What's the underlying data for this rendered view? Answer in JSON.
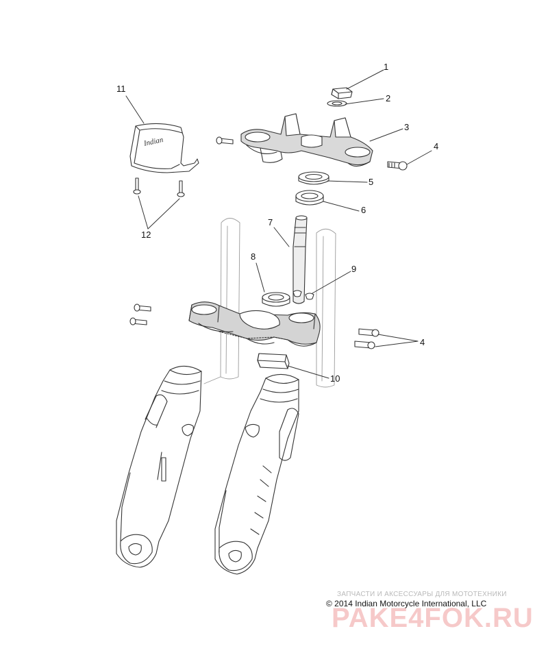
{
  "callouts": [
    {
      "id": "1",
      "label": "1"
    },
    {
      "id": "2",
      "label": "2"
    },
    {
      "id": "3",
      "label": "3"
    },
    {
      "id": "4a",
      "label": "4"
    },
    {
      "id": "5",
      "label": "5"
    },
    {
      "id": "6",
      "label": "6"
    },
    {
      "id": "7",
      "label": "7"
    },
    {
      "id": "8",
      "label": "8"
    },
    {
      "id": "9",
      "label": "9"
    },
    {
      "id": "4b",
      "label": "4"
    },
    {
      "id": "10",
      "label": "10"
    },
    {
      "id": "11",
      "label": "11"
    },
    {
      "id": "12",
      "label": "12"
    }
  ],
  "copyright": "© 2014 Indian Motorcycle International, LLC",
  "watermark": {
    "subtitle": "ЗАПЧАСТИ И АКСЕССУАРЫ ДЛЯ МОТОТЕХНИКИ",
    "brand": "PAKE4FOK.RU"
  },
  "colors": {
    "line": "#333333",
    "shade": "#bfbfbf",
    "watermark": "#f3b8b8"
  }
}
